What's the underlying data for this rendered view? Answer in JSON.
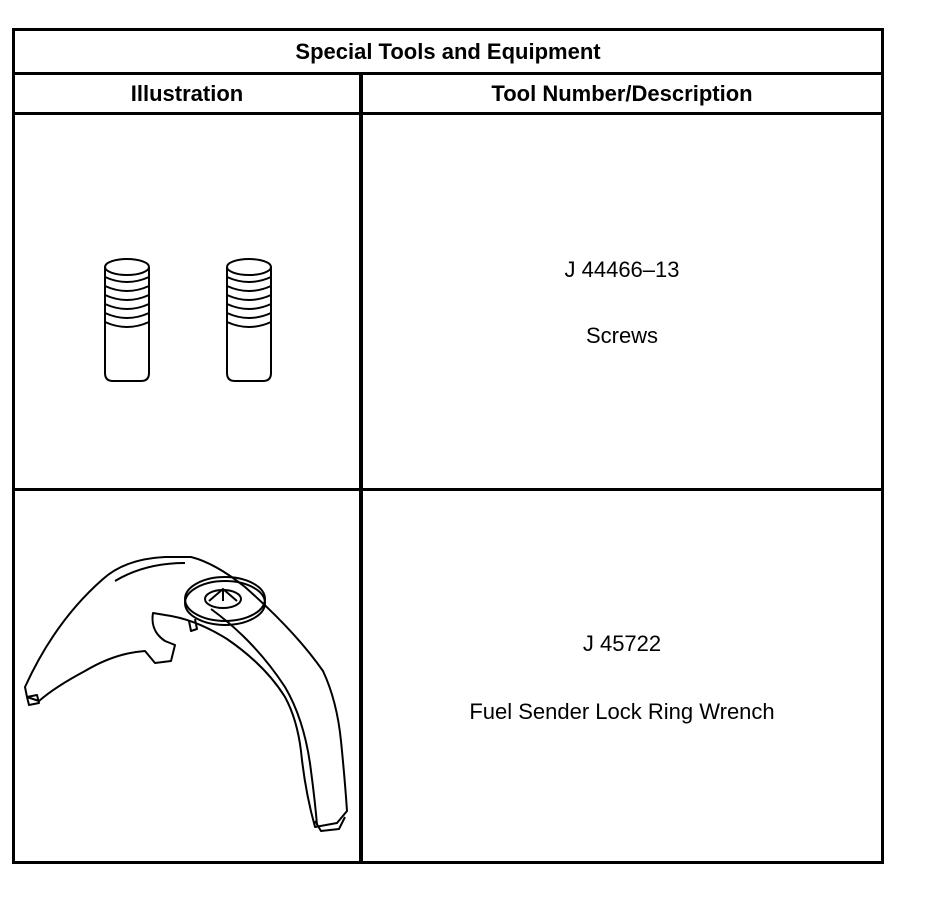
{
  "table": {
    "title": "Special Tools and Equipment",
    "headers": {
      "illustration": "Illustration",
      "description": "Tool Number/Description"
    },
    "rows": [
      {
        "tool_number": "J 44466–13",
        "description": "Screws",
        "illustration_icon": "screws-icon"
      },
      {
        "tool_number": "J 45722",
        "description": "Fuel Sender Lock Ring Wrench",
        "illustration_icon": "lock-ring-wrench-icon"
      }
    ]
  }
}
